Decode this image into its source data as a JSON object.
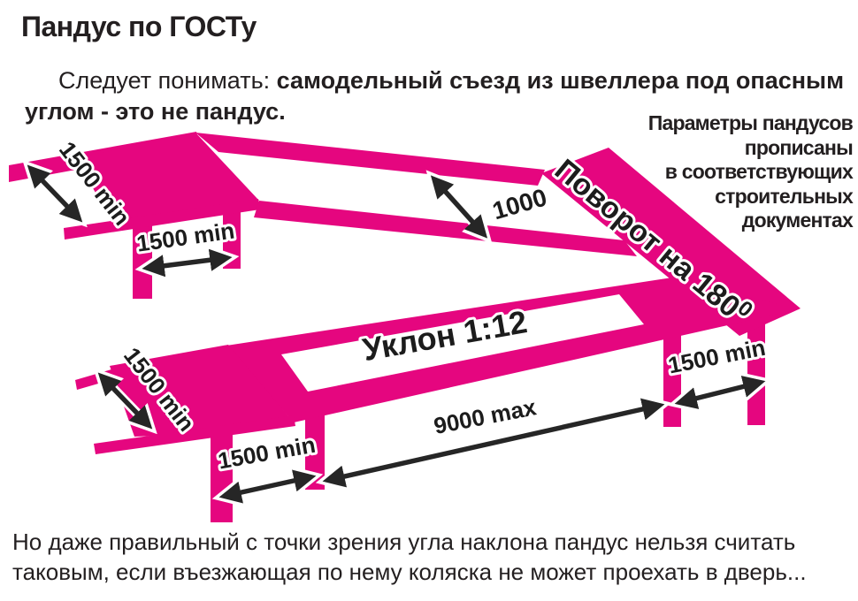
{
  "title": "Пандус по ГОСТу",
  "intro": {
    "prefix": "Следует понимать: ",
    "bold_line1": "самодельный съезд из швеллера под опасным",
    "bold_line2": "углом - это не пандус."
  },
  "note": {
    "lines": [
      "Параметры пандусов",
      "прописаны",
      "в соответствующих",
      "строительных",
      "документах"
    ]
  },
  "diagram": {
    "labels": {
      "top_landing_width": "1500 min",
      "top_landing_length": "1500 min",
      "ramp_clear_width": "1000",
      "turn_text": "Поворот на 180",
      "turn_sup": "0",
      "slope": "Уклон 1:12",
      "ramp_length": "9000 max",
      "turn_platform_width": "1500 min",
      "bottom_landing_width": "1500 min",
      "bottom_landing_length": "1500 min"
    },
    "colors": {
      "ramp_pink": "#e5067f",
      "label_black": "#1c1c1c"
    }
  },
  "footer": {
    "line1": "Но даже правильный с точки зрения угла наклона пандус нельзя считать",
    "line2": "таковым, если въезжающая по нему коляска не может проехать в дверь..."
  }
}
